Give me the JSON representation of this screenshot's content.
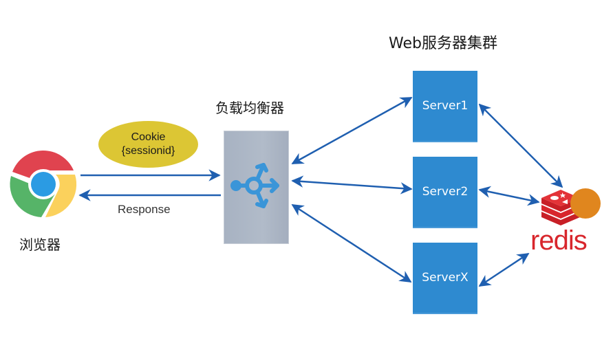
{
  "diagram": {
    "browser": {
      "label": "浏览器",
      "icon": "chrome-icon"
    },
    "load_balancer": {
      "label": "负载均衡器",
      "icon": "load-balancer-icon"
    },
    "cluster": {
      "label": "Web服务器集群"
    },
    "servers": [
      {
        "label": "Server1"
      },
      {
        "label": "Server2"
      },
      {
        "label": "ServerX"
      }
    ],
    "cookie": {
      "line1": "Cookie",
      "line2": "{sessionid}"
    },
    "response": {
      "label": "Response"
    },
    "redis": {
      "label": "redis",
      "icon": "redis-logo-icon"
    },
    "colors": {
      "arrow": "#1f5fb0",
      "server": "#2e8ad0",
      "load_balancer": "#aab4c3",
      "cookie": "#dcc634",
      "redis": "#d8262c",
      "redis_badge": "#e0861e"
    },
    "connections": [
      {
        "from": "browser",
        "to": "load_balancer",
        "direction": "forward",
        "label": "Cookie {sessionid}"
      },
      {
        "from": "load_balancer",
        "to": "browser",
        "direction": "forward",
        "label": "Response"
      },
      {
        "from": "load_balancer",
        "to": "Server1",
        "direction": "both"
      },
      {
        "from": "load_balancer",
        "to": "Server2",
        "direction": "both"
      },
      {
        "from": "load_balancer",
        "to": "ServerX",
        "direction": "both"
      },
      {
        "from": "Server1",
        "to": "redis",
        "direction": "both"
      },
      {
        "from": "Server2",
        "to": "redis",
        "direction": "both"
      },
      {
        "from": "ServerX",
        "to": "redis",
        "direction": "both"
      }
    ]
  }
}
